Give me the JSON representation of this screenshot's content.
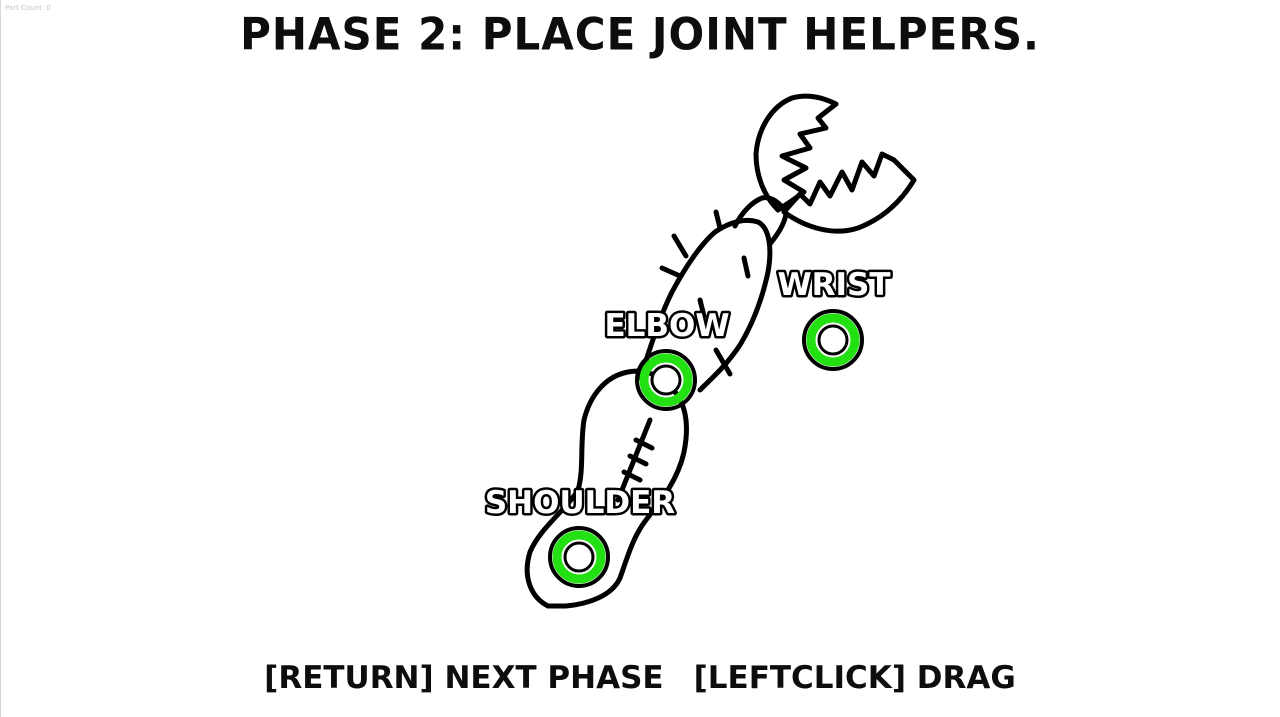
{
  "hud": {
    "part_count": "Part Count: 0"
  },
  "title": "PHASE 2: PLACE JOINT HELPERS.",
  "helpers": [
    {
      "id": "shoulder",
      "label": "SHOULDER"
    },
    {
      "id": "elbow",
      "label": "ELBOW"
    },
    {
      "id": "wrist",
      "label": "WRIST"
    }
  ],
  "controls": {
    "next_phase": "[RETURN] NEXT PHASE",
    "drag": "[LEFTCLICK] DRAG"
  },
  "colors": {
    "helper_ring": "#22e012",
    "outline": "#000000",
    "background": "#ffffff"
  }
}
